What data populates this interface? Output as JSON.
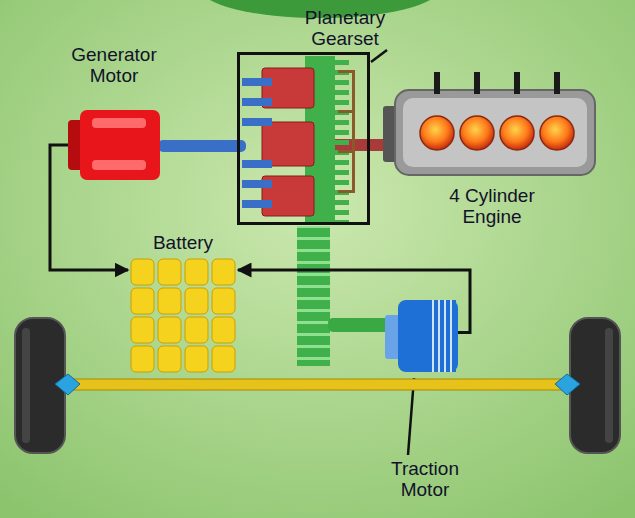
{
  "diagram": {
    "nodes": [
      {
        "text": [
          "Generator Motor"
        ]
      },
      {
        "text": [
          "Planetary Gearset"
        ]
      },
      {
        "text": [
          "4 Cylinder Engine"
        ]
      },
      {
        "text": [
          "Battery"
        ]
      },
      {
        "text": [
          "Traction Motor"
        ]
      }
    ],
    "edges": [
      {
        "from": 0,
        "to": 3,
        "arrow": "to"
      },
      {
        "from": 4,
        "to": 3,
        "arrow": "to"
      }
    ]
  }
}
